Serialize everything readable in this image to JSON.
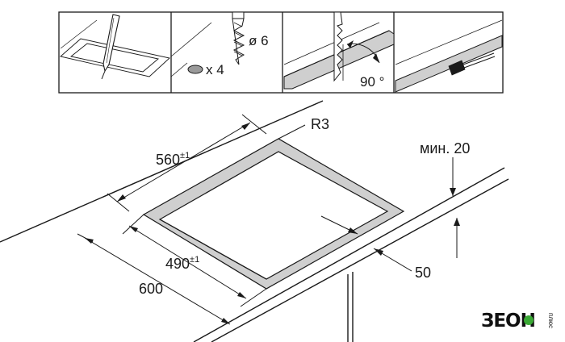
{
  "panels": {
    "drill_label": "ø 6",
    "holes_label": "x 4",
    "angle_label": "90 °"
  },
  "dimensions": {
    "radius": "R3",
    "cutout_width": "560",
    "cutout_width_tol": "±1",
    "cutout_depth": "490",
    "cutout_depth_tol": "±1",
    "worktop_depth": "600",
    "min_edge_label": "мин. 20",
    "front_offset": "50"
  },
  "watermark": {
    "brand": "ЗЕОН",
    "side_text": "плюс"
  },
  "colors": {
    "line": "#1a1a1a",
    "frame_grey": "#cfcfcf",
    "panel_bg": "#ffffff"
  }
}
